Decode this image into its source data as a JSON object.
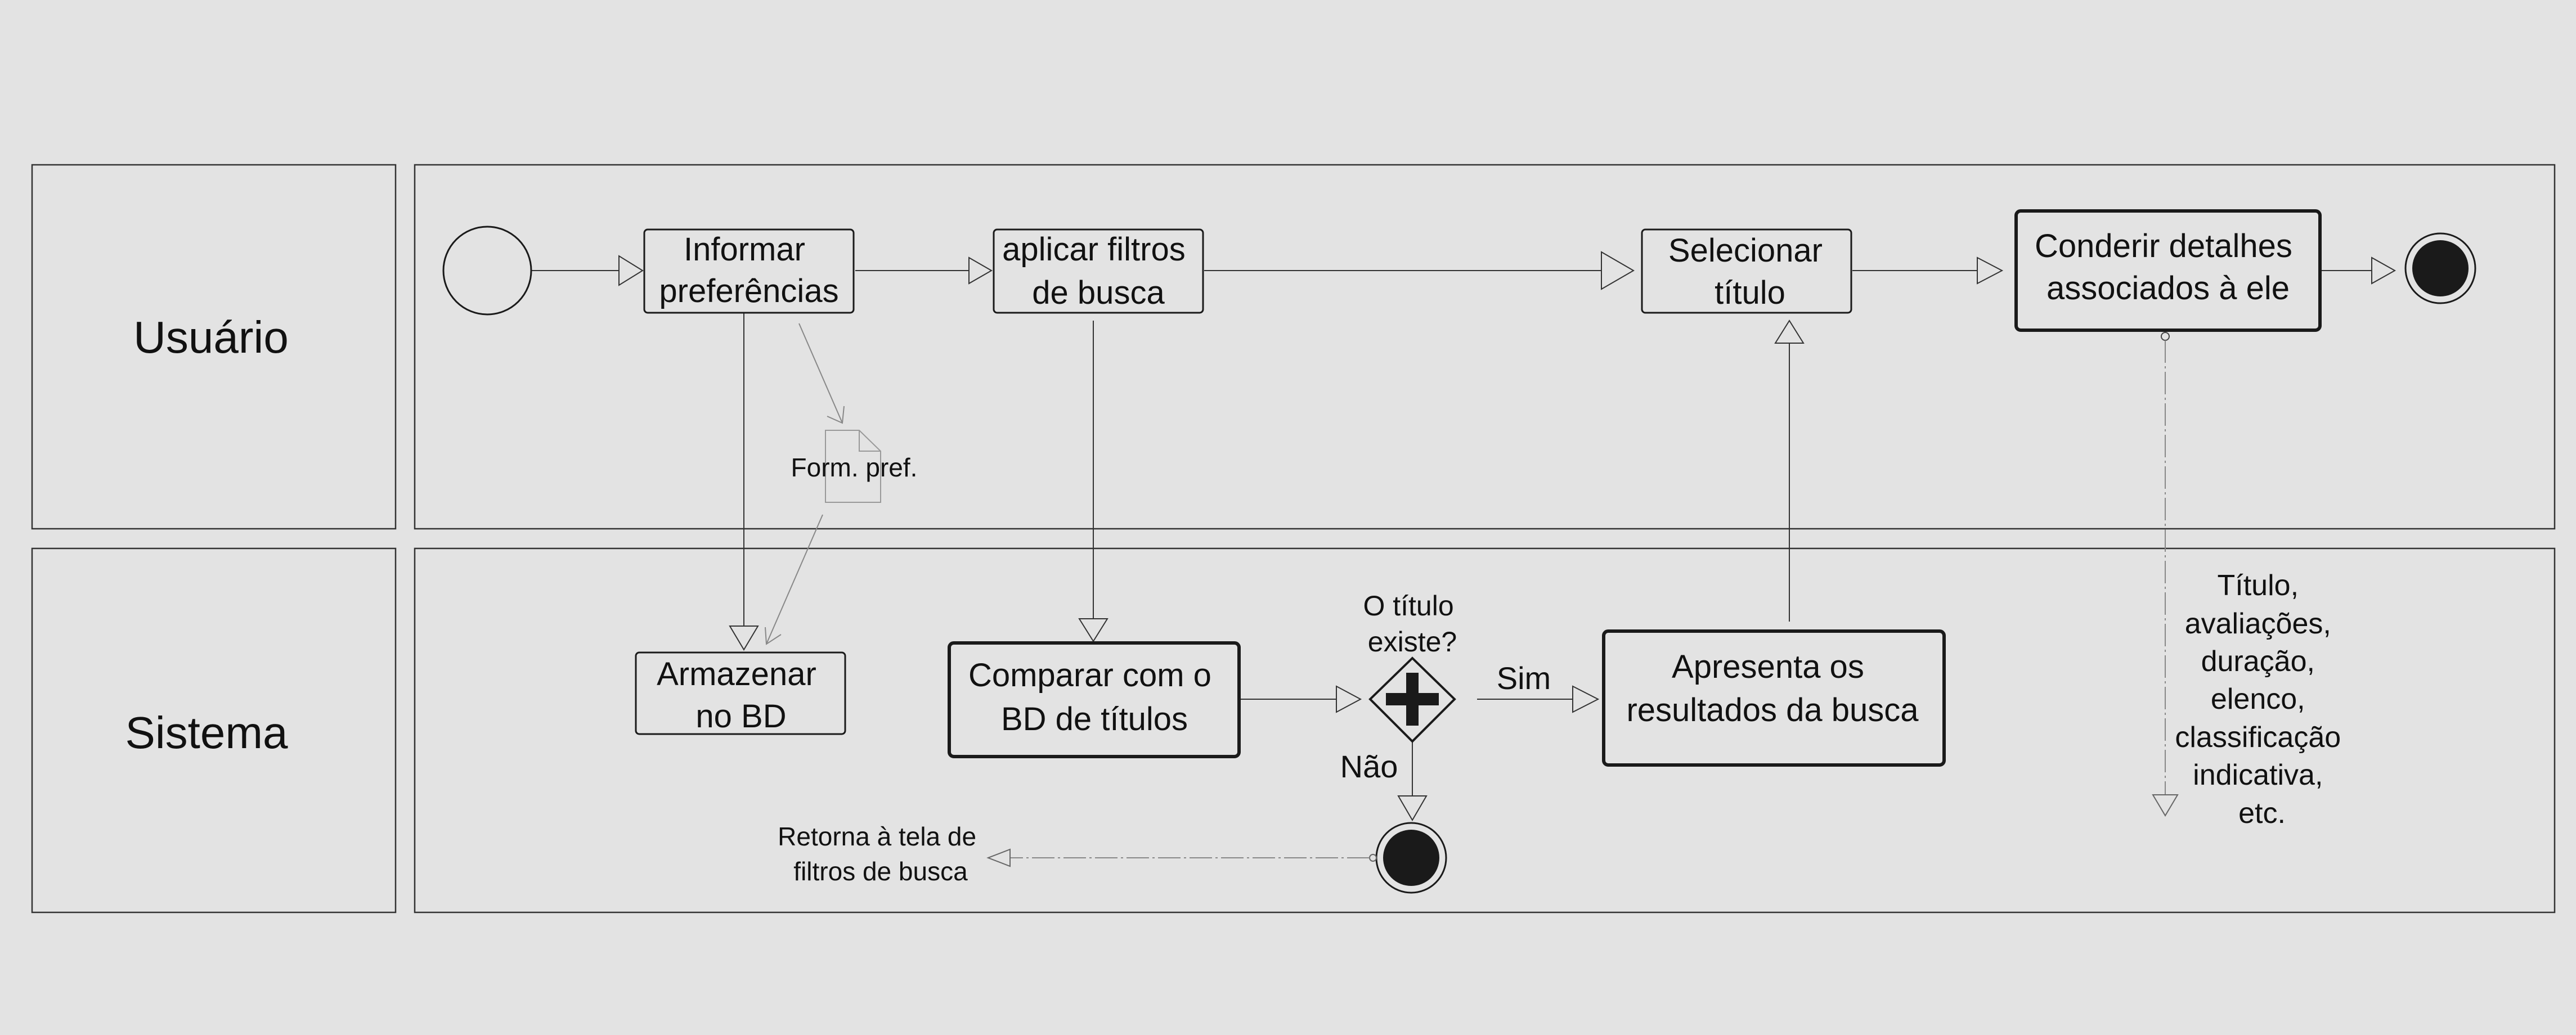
{
  "lanes": {
    "user": "Usuário",
    "system": "Sistema"
  },
  "tasks": {
    "informar_l1": "Informar",
    "informar_l2": "preferências",
    "aplicar_l1": "aplicar filtros",
    "aplicar_l2": "de busca",
    "selecionar_l1": "Selecionar",
    "selecionar_l2": "título",
    "conderir_l1": "Conderir detalhes",
    "conderir_l2": "associados à ele",
    "armazenar_l1": "Armazenar",
    "armazenar_l2": "no BD",
    "comparar_l1": "Comparar com o",
    "comparar_l2": "BD de títulos",
    "apresenta_l1": "Apresenta os",
    "apresenta_l2": "resultados da busca"
  },
  "data_object": {
    "label": "Form. pref."
  },
  "gateway": {
    "question_l1": "O título",
    "question_l2": "existe?",
    "yes": "Sim",
    "no": "Não"
  },
  "annotations": {
    "retorna_l1": "Retorna à tela de",
    "retorna_l2": "filtros de busca",
    "details_lines": [
      "Título,",
      "avaliações,",
      "duração,",
      "elenco,",
      "classificação",
      "indicativa,",
      "etc."
    ]
  },
  "colors": {
    "background": "#e3e3e3",
    "stroke": "#1a1a1a",
    "end_fill": "#1a1a1a",
    "association": "#888888"
  }
}
